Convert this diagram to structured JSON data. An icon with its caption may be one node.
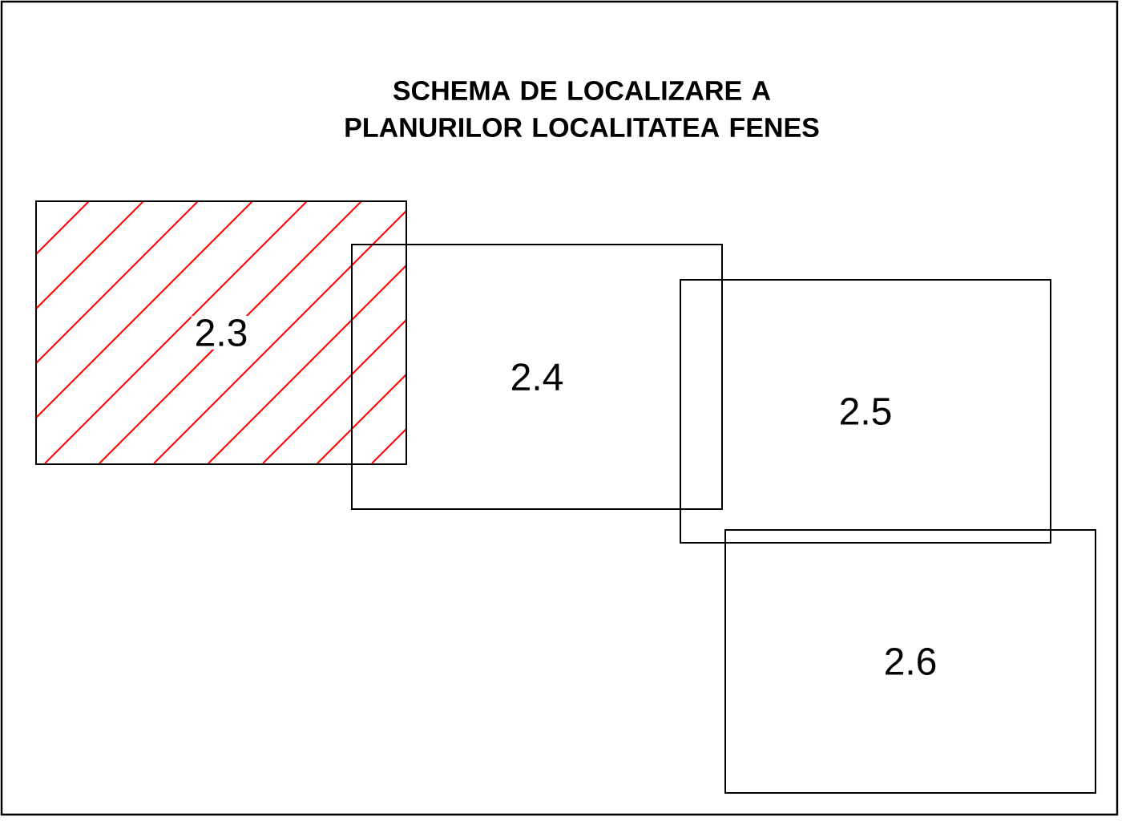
{
  "diagram": {
    "title": "SCHEMA DE LOCALIZARE A PLANURILOR LOCALITATEA FENES",
    "nodes": [
      {
        "text": [
          "2.3"
        ]
      },
      {
        "text": [
          "2.4"
        ]
      },
      {
        "text": [
          "2.5"
        ]
      },
      {
        "text": [
          "2.6"
        ]
      }
    ]
  }
}
